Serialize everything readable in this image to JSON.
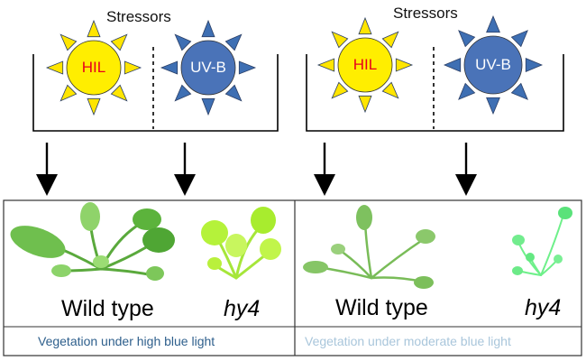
{
  "colors": {
    "hil_sun_fill": "#ffee00",
    "hil_ray": "#ffe500",
    "hil_label": "#e8001c",
    "uvb_sun_fill": "#4a73b8",
    "uvb_ray": "#3e6fb3",
    "uvb_label": "#ffffff",
    "caption_high": "#2e5f8c",
    "caption_moderate": "#a9c6db",
    "plant_wild_type": "#6fbf4e",
    "plant_hy4": "#b5f23a"
  },
  "stressor_groups": [
    {
      "title": "Stressors",
      "suns": [
        {
          "label": "HIL",
          "icon": "sun-icon"
        },
        {
          "label": "UV-B",
          "icon": "sun-icon"
        }
      ]
    },
    {
      "title": "Stressors",
      "suns": [
        {
          "label": "HIL",
          "icon": "sun-icon"
        },
        {
          "label": "UV-B",
          "icon": "sun-icon"
        }
      ]
    }
  ],
  "panels": [
    {
      "wild_type_label": "Wild type",
      "mutant_label": "hy4",
      "caption": "Vegetation under high blue light"
    },
    {
      "wild_type_label": "Wild type",
      "mutant_label": "hy4",
      "caption": "Vegetation under moderate blue light"
    }
  ]
}
